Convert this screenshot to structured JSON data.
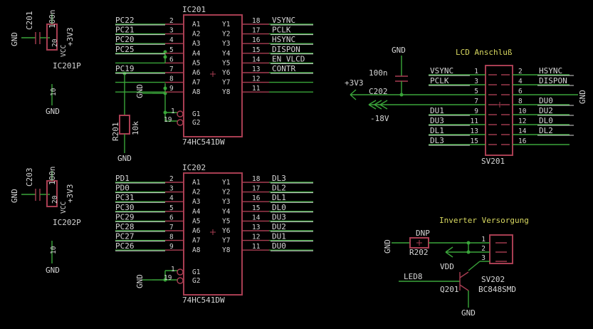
{
  "ic201": {
    "name": "IC201",
    "value": "74HC541DW",
    "power_ref": "IC201P",
    "inputs": [
      {
        "net": "PC22",
        "pin": "2",
        "label": "A1"
      },
      {
        "net": "PC21",
        "pin": "3",
        "label": "A2"
      },
      {
        "net": "PC20",
        "pin": "4",
        "label": "A3"
      },
      {
        "net": "PC25",
        "pin": "5",
        "label": "A4"
      },
      {
        "net": "",
        "pin": "6",
        "label": "A5"
      },
      {
        "net": "PC19",
        "pin": "7",
        "label": "A6"
      },
      {
        "net": "",
        "pin": "8",
        "label": "A7"
      },
      {
        "net": "",
        "pin": "9",
        "label": "A8"
      }
    ],
    "outputs": [
      {
        "net": "VSYNC",
        "pin": "18",
        "label": "Y1"
      },
      {
        "net": "PCLK",
        "pin": "17",
        "label": "Y2"
      },
      {
        "net": "HSYNC",
        "pin": "16",
        "label": "Y3"
      },
      {
        "net": "DISPON",
        "pin": "15",
        "label": "Y4"
      },
      {
        "net": "EN_VLCD",
        "pin": "14",
        "label": "Y5"
      },
      {
        "net": "CONTR",
        "pin": "13",
        "label": "Y6"
      },
      {
        "net": "",
        "pin": "12",
        "label": "Y7"
      },
      {
        "net": "",
        "pin": "11",
        "label": "Y8"
      }
    ],
    "enables": [
      {
        "pin": "1",
        "label": "G1"
      },
      {
        "pin": "19",
        "label": "G2"
      }
    ]
  },
  "ic202": {
    "name": "IC202",
    "value": "74HC541DW",
    "power_ref": "IC202P",
    "inputs": [
      {
        "net": "PD1",
        "pin": "2",
        "label": "A1"
      },
      {
        "net": "PD0",
        "pin": "3",
        "label": "A2"
      },
      {
        "net": "PC31",
        "pin": "4",
        "label": "A3"
      },
      {
        "net": "PC30",
        "pin": "5",
        "label": "A4"
      },
      {
        "net": "PC29",
        "pin": "6",
        "label": "A5"
      },
      {
        "net": "PC28",
        "pin": "7",
        "label": "A6"
      },
      {
        "net": "PC27",
        "pin": "8",
        "label": "A7"
      },
      {
        "net": "PC26",
        "pin": "9",
        "label": "A8"
      }
    ],
    "outputs": [
      {
        "net": "DL3",
        "pin": "18",
        "label": "Y1"
      },
      {
        "net": "DL2",
        "pin": "17",
        "label": "Y2"
      },
      {
        "net": "DL1",
        "pin": "16",
        "label": "Y3"
      },
      {
        "net": "DL0",
        "pin": "15",
        "label": "Y4"
      },
      {
        "net": "DU3",
        "pin": "14",
        "label": "Y5"
      },
      {
        "net": "DU2",
        "pin": "13",
        "label": "Y6"
      },
      {
        "net": "DU1",
        "pin": "12",
        "label": "Y7"
      },
      {
        "net": "DU0",
        "pin": "11",
        "label": "Y8"
      }
    ],
    "enables": [
      {
        "pin": "1",
        "label": "G1"
      },
      {
        "pin": "19",
        "label": "G2"
      }
    ]
  },
  "power": {
    "c201": "C201",
    "c201_val": "100n",
    "c203": "C203",
    "c203_val": "100n",
    "vcc": "VCC",
    "v3v3": "+3V3",
    "gnd": "GND",
    "pin20": "20",
    "pin10": "10"
  },
  "r201": {
    "name": "R201",
    "value": "10k"
  },
  "sv201": {
    "title": "LCD Anschluß",
    "name": "SV201",
    "c202": "C202",
    "c202_val": "100n",
    "plus3v3": "+3V3",
    "minus18": "-18V",
    "rows": [
      {
        "left_net": "VSYNC",
        "lp": "1",
        "rp": "2",
        "right_net": "HSYNC"
      },
      {
        "left_net": "PCLK",
        "lp": "3",
        "rp": "4",
        "right_net": "DISPON"
      },
      {
        "left_net": "",
        "lp": "5",
        "rp": "6",
        "right_net": ""
      },
      {
        "left_net": "",
        "lp": "7",
        "rp": "8",
        "right_net": "DU0"
      },
      {
        "left_net": "DU1",
        "lp": "9",
        "rp": "10",
        "right_net": "DU2"
      },
      {
        "left_net": "DU3",
        "lp": "11",
        "rp": "12",
        "right_net": "DL0"
      },
      {
        "left_net": "DL1",
        "lp": "13",
        "rp": "14",
        "right_net": "DL2"
      },
      {
        "left_net": "DL3",
        "lp": "15",
        "rp": "16",
        "right_net": ""
      }
    ]
  },
  "sv202": {
    "title": "Inverter Versorgung",
    "name": "SV202",
    "r202": "R202",
    "dnp": "DNP",
    "vdd": "VDD",
    "led8": "LED8",
    "q201": "Q201",
    "q201_val": "BC848SMD",
    "pins": [
      "1",
      "2",
      "3"
    ]
  }
}
